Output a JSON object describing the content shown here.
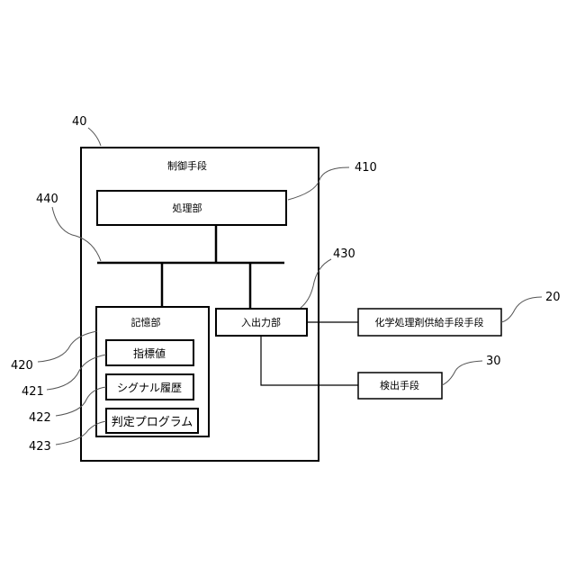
{
  "control_unit": {
    "ref": "40",
    "label": "制御手段"
  },
  "processing_unit": {
    "ref": "410",
    "label": "処理部"
  },
  "bus": {
    "ref": "440"
  },
  "storage_unit": {
    "ref": "420",
    "label": "記憶部",
    "items": [
      {
        "ref": "421",
        "label": "指標値"
      },
      {
        "ref": "422",
        "label": "シグナル履歴"
      },
      {
        "ref": "423",
        "label": "判定プログラム"
      }
    ]
  },
  "io_unit": {
    "ref": "430",
    "label": "入出力部"
  },
  "chemical_supply": {
    "ref": "20",
    "label": "化学処理剤供給手段手段"
  },
  "detection": {
    "ref": "30",
    "label": "検出手段"
  }
}
